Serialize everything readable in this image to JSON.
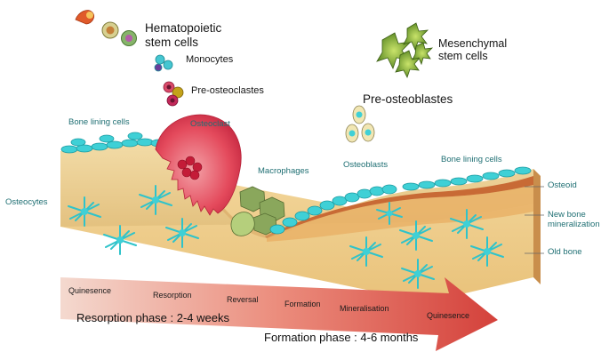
{
  "labels": {
    "hematopoietic_line1": "Hematopoietic",
    "hematopoietic_line2": "stem cells",
    "monocytes": "Monocytes",
    "pre_osteoclastes": "Pre-osteoclastes",
    "mesenchymal_line1": "Mesenchymal",
    "mesenchymal_line2": "stem cells",
    "pre_osteoblastes": "Pre-osteoblastes",
    "bone_lining_cells_left": "Bone lining cells",
    "osteoclast": "Osteoclast",
    "macrophages": "Macrophages",
    "osteoblasts": "Osteoblasts",
    "bone_lining_cells_right": "Bone lining cells",
    "osteocytes": "Osteocytes",
    "osteoid": "Osteoid",
    "new_bone_line1": "New bone",
    "new_bone_line2": "mineralization",
    "old_bone": "Old bone"
  },
  "timeline": {
    "stages": [
      "Quinesence",
      "Resorption",
      "Reversal",
      "Formation",
      "Mineralisation",
      "Quinesence"
    ],
    "resorption_phase": "Resorption phase : 2-4 weeks",
    "formation_phase": "Formation phase : 4-6 months"
  },
  "colors": {
    "cell_teal": "#3fd0d6",
    "osteoclast_red": "#e0445a",
    "macrophage_green": "#7f9e52",
    "bone_tan": "#e8c98a",
    "osteoid_brown": "#c86a35",
    "arrow_start": "#f2d2c8",
    "arrow_end": "#d6423c"
  }
}
